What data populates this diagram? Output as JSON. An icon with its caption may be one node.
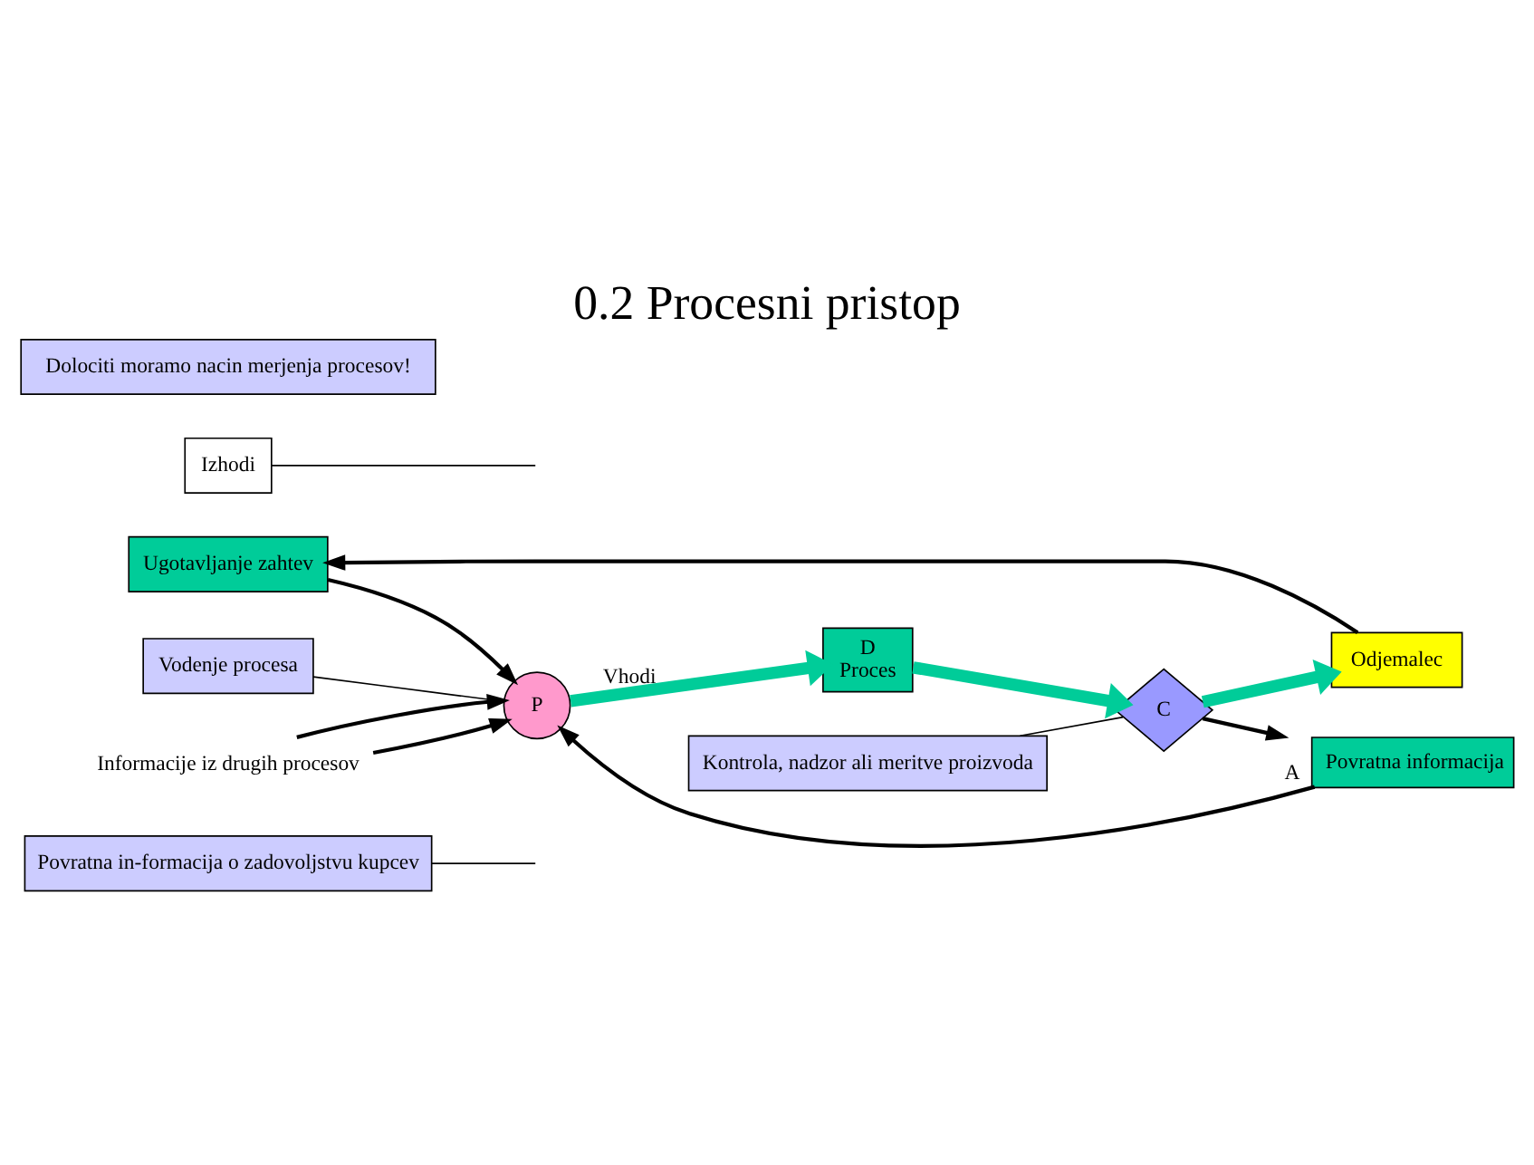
{
  "diagram": {
    "title": "0.2 Procesni pristop",
    "nodes": [
      {
        "text": [
          "Povratna in-formacija o zadovoljstvu kupcev"
        ]
      },
      {
        "text": [
          "Ugotavljanje zahtev"
        ]
      },
      {
        "text": [
          "Izhodi"
        ]
      },
      {
        "text": [
          "Odjemalec"
        ]
      },
      {
        "text": [
          "P"
        ]
      },
      {
        "text": [
          "D",
          "Proces"
        ]
      },
      {
        "text": [
          "C"
        ]
      },
      {
        "text": [
          "Informacije iz drugih procesov"
        ]
      },
      {
        "text": [
          "Povratna informacija"
        ],
        "beside": [
          "A"
        ]
      },
      {
        "text": [
          "Vodenje procesa"
        ]
      },
      {
        "text": [
          "Kontrola, nadzor ali meritve proizvoda"
        ]
      },
      {
        "text": [
          "Dolociti moramo nacin merjenja procesov!"
        ]
      }
    ],
    "edges": [
      {
        "from": 3,
        "to": 1,
        "arrow": "to"
      },
      {
        "from": 1,
        "to": 4,
        "arrow": "to"
      },
      {
        "from": 4,
        "to": 5,
        "arrow": "to",
        "label": "Vhodi",
        "style": "thick",
        "color": "#00cc99"
      },
      {
        "from": 5,
        "to": 6,
        "arrow": "to",
        "style": "thick",
        "color": "#00cc99"
      },
      {
        "from": 6,
        "to": 3,
        "arrow": "to",
        "style": "thick",
        "color": "#00cc99"
      },
      {
        "from": 6,
        "to": 8,
        "arrow": "to"
      },
      {
        "from": 8,
        "to": 4,
        "arrow": "to"
      },
      {
        "from": 7,
        "to": 4,
        "arrow": "to"
      },
      {
        "from": 7,
        "to": 4,
        "arrow": "to"
      },
      {
        "from": 0,
        "to": null,
        "arrow": "none"
      },
      {
        "from": 2,
        "to": null,
        "arrow": "none"
      },
      {
        "from": 9,
        "to": 4,
        "arrow": "none"
      },
      {
        "from": 10,
        "to": 6,
        "arrow": "none"
      }
    ]
  }
}
